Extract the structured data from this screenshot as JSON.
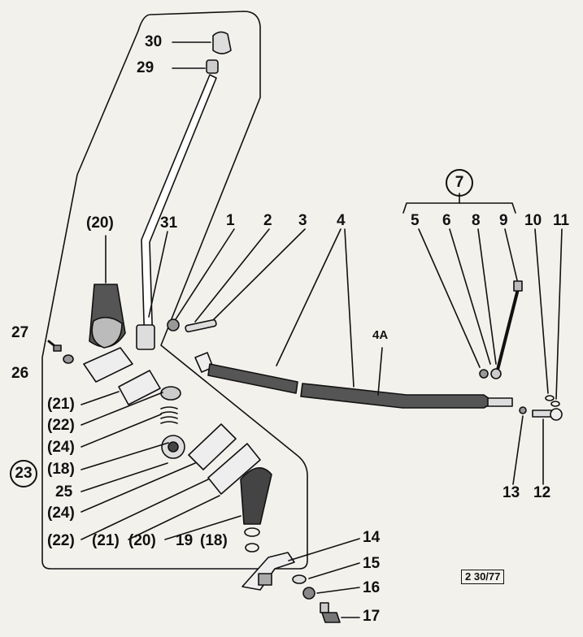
{
  "labels": {
    "l30": "30",
    "l29": "29",
    "l31": "31",
    "l20a": "(20)",
    "l27": "27",
    "l26": "26",
    "l21a": "(21)",
    "l22a": "(22)",
    "l24a": "(24)",
    "l18a": "(18)",
    "l25": "25",
    "l24b": "(24)",
    "l22b": "(22)",
    "l21b": "(21)",
    "l20b": "(20)",
    "l19": "19",
    "l18b": "(18)",
    "l23": "23",
    "l1": "1",
    "l2": "2",
    "l3": "3",
    "l4": "4",
    "l4a": "4A",
    "l7": "7",
    "l5": "5",
    "l6": "6",
    "l8": "8",
    "l9": "9",
    "l10": "10",
    "l11": "11",
    "l13": "13",
    "l12": "12",
    "l14": "14",
    "l15": "15",
    "l16": "16",
    "l17": "17"
  },
  "reference": "2 30/77"
}
